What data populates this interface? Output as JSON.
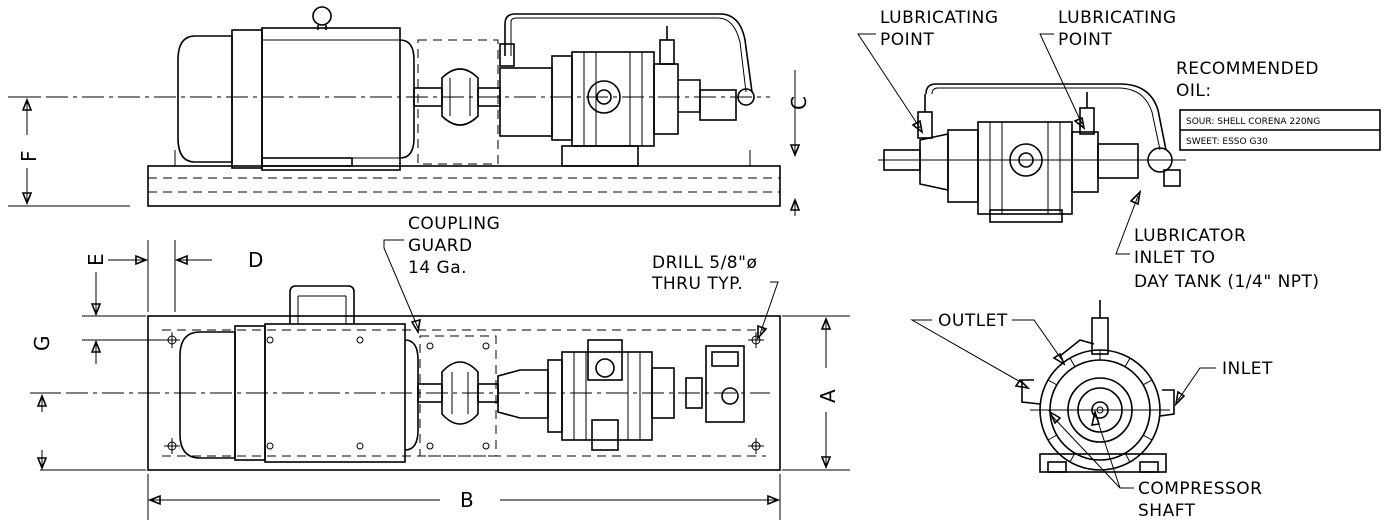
{
  "labels": {
    "lubricating_point_1": [
      "LUBRICATING",
      "POINT"
    ],
    "lubricating_point_2": [
      "LUBRICATING",
      "POINT"
    ],
    "recommended_oil": [
      "RECOMMENDED",
      "OIL:"
    ],
    "oil_table": [
      "SOUR: SHELL CORENA 220NG",
      "SWEET: ESSO G30"
    ],
    "coupling_guard": [
      "COUPLING",
      "GUARD",
      "14 Ga."
    ],
    "drill": [
      "DRILL 5/8\"ø",
      "THRU TYP."
    ],
    "lubricator_inlet": [
      "LUBRICATOR",
      "INLET TO",
      "DAY TANK (1/4\" NPT)"
    ],
    "outlet": "OUTLET",
    "inlet": "INLET",
    "compressor_shaft": [
      "COMPRESSOR",
      "SHAFT"
    ]
  },
  "dimensions": {
    "a": "A",
    "b": "B",
    "c": "C",
    "d": "D",
    "e": "E",
    "f": "F",
    "g": "G"
  }
}
